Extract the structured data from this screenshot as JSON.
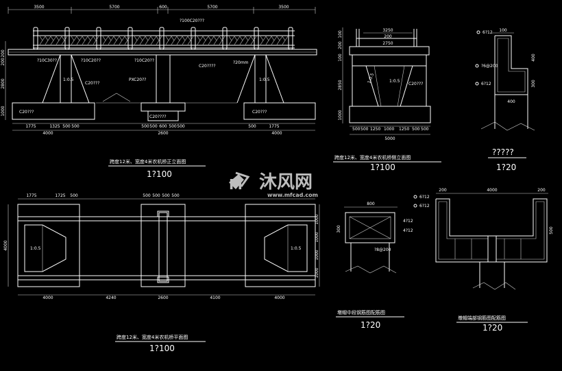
{
  "drawings": {
    "front_elevation": {
      "caption": "跨度12米、宽度4米农机桥正立面图",
      "scale": "1?100",
      "top_dims": [
        "3500",
        "5700",
        "600",
        "5700",
        "3500"
      ],
      "bottom_dims_left": [
        "1775",
        "1325",
        "500",
        "500",
        "4000"
      ],
      "bottom_dims_mid": [
        "500",
        "500",
        "600",
        "500",
        "500",
        "2600"
      ],
      "bottom_dims_right": [
        "500",
        "1775",
        "4000"
      ],
      "side_dims_left": [
        "200",
        "200",
        "2800",
        "1000"
      ],
      "labels": [
        "?100C20???",
        "C20???",
        "C20???",
        "PXC20??",
        "C20???",
        "C20????",
        "?10C30??",
        "?10C20??",
        "?10C20??",
        "?20mm",
        "C20????",
        "1:0.5",
        "1:0.5"
      ]
    },
    "side_elevation": {
      "caption": "跨度12米、宽度4米农机桥侧立面图",
      "scale": "1?100",
      "top_dims": [
        "3250",
        "200",
        "2750"
      ],
      "bottom_dims": [
        "500",
        "500",
        "1250",
        "1000",
        "1250",
        "500",
        "500",
        "5000"
      ],
      "side_dims": [
        "100",
        "200",
        "100",
        "2850",
        "1000"
      ],
      "labels": [
        "C20???",
        "1:0.5",
        "1:0.5"
      ]
    },
    "detail_small": {
      "caption": "?????",
      "scale": "1?20",
      "dims": [
        "100",
        "400",
        "300",
        "400"
      ],
      "labels": [
        "6?12",
        "?6@200",
        "6?12"
      ]
    },
    "plan": {
      "caption": "跨度12米、宽度4米农机桥平面图",
      "scale": "1?100",
      "top_dims": [
        "1775",
        "1725",
        "500",
        "500",
        "500",
        "500",
        "500"
      ],
      "bottom_dims": [
        "4000",
        "4240",
        "2600",
        "4100",
        "4000"
      ],
      "side_dims_left": [
        "4000"
      ],
      "side_dims_right": [
        "1000",
        "1000",
        "1000",
        "1000"
      ],
      "labels": [
        "1:0.5",
        "1:0.5"
      ]
    },
    "pier_section": {
      "caption": "墩帽中段钢筋图配筋图",
      "scale": "1?20",
      "dims": [
        "800",
        "300"
      ],
      "labels": [
        "4?12",
        "4?12",
        "?8@200"
      ]
    },
    "abutment_section": {
      "caption": "墩帽端部钢筋图配筋图",
      "scale": "1?20",
      "dims": [
        "200",
        "4000",
        "200",
        "500"
      ],
      "labels": [
        "6?12",
        "6?12"
      ]
    }
  },
  "watermark": {
    "brand": "沐风网",
    "url": "www.mfcad.com"
  },
  "colors": {
    "background": "#000000",
    "line": "#ffffff",
    "watermark": "#d8d8d8"
  }
}
